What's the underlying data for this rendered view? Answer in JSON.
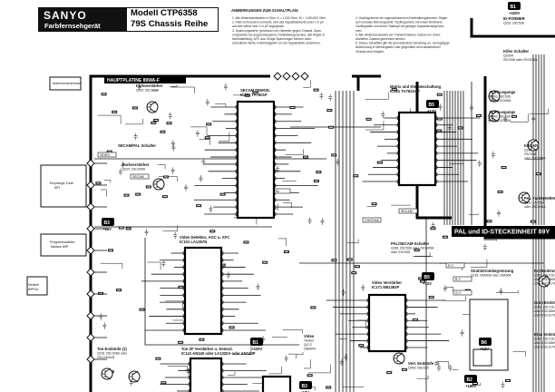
{
  "header": {
    "brand": "SANYO",
    "subtitle": "Farbfernsehgerät",
    "model": "Modell CTP6358",
    "chassis": "79S Chassis Reihe"
  },
  "notes": {
    "title": "ANMERKUNGEN ZUM SCHALTPLAN:",
    "items": [
      "1.  Alle Widerstandswerte in Ohm, K = 1.000 Ohm, M = 1.000.000 Ohm.",
      "2.  Falls nicht anders vermerkt, sind alle Kapazitätswerte unter 1 in µF",
      "     und alle Werte über 1 in pF angegeben.",
      "3.  Spannungswerte, gemessen mit Voltmeter gegen Chassis. Span-",
      "     nungswerte bei angeschlossenem Farbbalkengenerator, alle Regler in",
      "     Normalstellung. AFC aus. Einige Spannungen können unter-",
      "     schiedliche Werte in Abhängigkeit von der Signalstärke annehmen.",
      "4.  Oszillogramme bei angeschlossenem Farbbalkengenerator, Regler",
      "     auf normales Bild eingestellt. Oszillogramme mit einem Breitband-",
      "     Oszillografen und einem Tastkopf mit geringer Kapazität aufgenom-",
      "     men.",
      "5.  Alle Widerstandswerte der Transformatoren müssen im unver-",
      "     drahteten Zustand gemessen werden.",
      "6.  Dieses Schaltbild gibt die grundsätzliche Schaltung an. Geringfügige",
      "     Abweichung in Wertangaben oder gegenüber dem tatsächlichen",
      "     Chassis sind möglich."
    ]
  },
  "board": {
    "main_title": "HAUPTPLATINE 89WA-F",
    "plugin_title": "PAL und ID-STECKEINHEIT 89Y"
  },
  "blocks": {
    "farbverst1": [
      "Farbverstärker",
      "Q201 2SC945A"
    ],
    "secam_demod": [
      "SECAM DEMOD.",
      "IC201 TA7601P"
    ],
    "secam_pal": "SECAM/PAL Schalter",
    "farbverst2": [
      "Farbverstärker",
      "Q221 2SC945A"
    ],
    "matrix": [
      "Matrix und Klemmschaltung",
      "IC281 TA7622AP"
    ],
    "pal_secam_sw": [
      "PAL/SECAM-Schalter",
      "Q281 2SC536 oder 2SC945A",
      "oder 2SC945"
    ],
    "video_det": [
      "Video Detektor, AGC u. AFC",
      "IC101 LA1357N"
    ],
    "ton_end": [
      "Ton Endstufe (1)",
      "Q161 2SC2068 oder",
      "2SC2404LB"
    ],
    "ton_zf": [
      "Ton ZF Verstärker u. Demod.",
      "IC141 AN240 oder LA1320A oder AN240P"
    ],
    "video_verst": [
      "Video Verstärker",
      "IC171 M51392P"
    ],
    "video_treiber": [
      "Video",
      "Treiber",
      "Q172",
      "2SB544"
    ],
    "strahlstrom": [
      "Strahlstrombegrenzung",
      "Q181 2SA608 oder 2SA564"
    ],
    "vert_end": [
      "Vert. Endstufe (1)",
      "Q402 2SD330"
    ],
    "id_former": [
      "ID-FORMER",
      "Q231 2SC536"
    ],
    "killer_sw": [
      "Killer Schalter",
      "Q2304",
      "2SC536 oder 2SC945A"
    ],
    "ry_ausgang": [
      "R-Y Ausgangs",
      "Q303 2SC536",
      "oder 2SC945A"
    ],
    "by_ausgang": [
      "B-Y Ausgangs",
      "Q302 2SC536",
      "oder 2SC945A"
    ],
    "killer": [
      "KILLER",
      "Q281",
      "2SC536",
      "oder 2SC945A"
    ],
    "pal_farb": [
      "PAL Farbsynchron",
      "Q311 2SC536",
      "oder 2SC945A"
    ],
    "rot_end": [
      "Rot Endstufe",
      "Q281 2SC1514",
      "oder 2SC1569",
      "oder 2SC1170"
    ],
    "gruen_end": [
      "Grün Endstufe",
      "Q282 2SC1514",
      "oder 2SC1569",
      "oder 2SC1170"
    ],
    "blau_end": [
      "Blau Endstufe",
      "Q283 2SC1514",
      "oder 2SC1569",
      "oder 2SC1170"
    ],
    "tuner": [
      "Empfangs-Tuner",
      "89T"
    ],
    "kanal": [
      "Programmwähler-",
      "Tastatur 89P"
    ],
    "antenne": "Antennenanschluss",
    "netzteil": [
      "Netzteil",
      "89PSU"
    ]
  },
  "supplies": {
    "b3": "B3",
    "b3_v": "+18V",
    "b5": "B5",
    "b5_v": "+12V",
    "b1": "B1",
    "b1_v": "+220V",
    "b2": "B2",
    "b2_v": "+160V",
    "b6": "B6",
    "b6_v": "+12V",
    "b3b": "B3",
    "b3b_v": "+18V",
    "b5b": "B5",
    "b5b_v": "+12V",
    "b1b": "B1",
    "b1b_v": "+220V"
  },
  "connectors": [
    "SECAM",
    "PAL",
    "SECAM",
    "CHROMA",
    "VIDEO",
    "R-Y",
    "B-Y",
    "G-Y"
  ]
}
